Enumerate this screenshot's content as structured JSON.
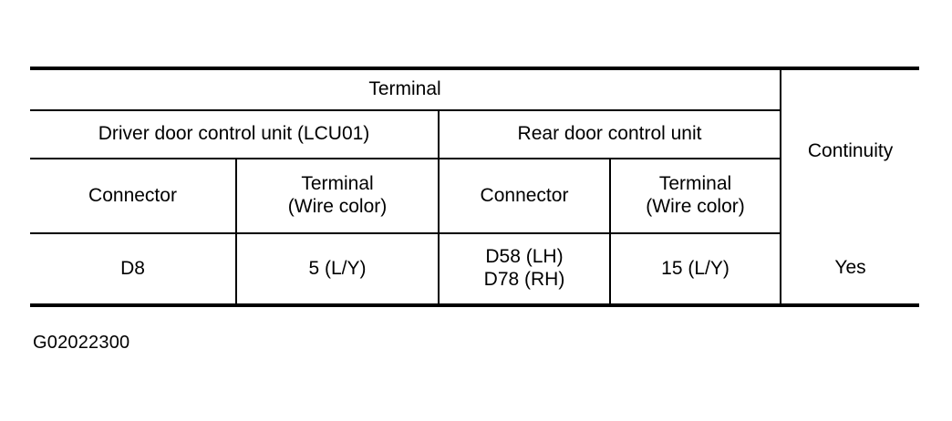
{
  "figure": {
    "caption": "G02022300"
  },
  "table": {
    "header": {
      "terminal_group": "Terminal",
      "continuity": "Continuity",
      "units": {
        "driver": "Driver door control unit (LCU01)",
        "rear": "Rear door control unit"
      },
      "subheaders": {
        "driver_connector": "Connector",
        "driver_terminal": "Terminal\n(Wire color)",
        "rear_connector": "Connector",
        "rear_terminal": "Terminal\n(Wire color)"
      }
    },
    "rows": [
      {
        "driver_connector": "D8",
        "driver_terminal": "5 (L/Y)",
        "rear_connector": "D58 (LH)\nD78 (RH)",
        "rear_terminal": "15 (L/Y)",
        "continuity": "Yes"
      }
    ]
  }
}
